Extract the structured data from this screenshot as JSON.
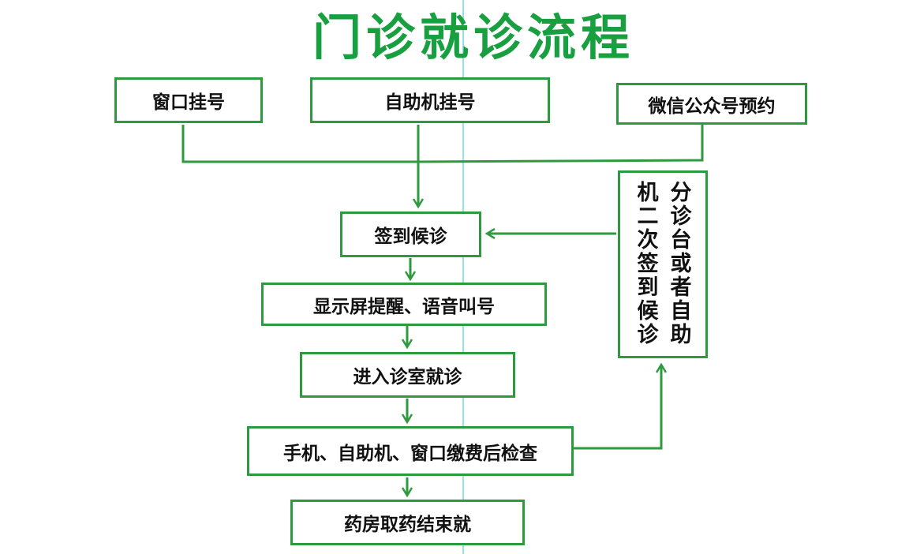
{
  "title": "门诊就诊流程",
  "colors": {
    "title": "#18a040",
    "line": "#2e9a3e",
    "guide": "#7ad6d6"
  },
  "nodes": {
    "window_register": "窗口挂号",
    "self_service_register": "自助机挂号",
    "wechat_booking": "微信公众号预约",
    "check_in": "签到候诊",
    "display_call": "显示屏提醒、语音叫号",
    "enter_room": "进入诊室就诊",
    "payment_exam": "手机、自助机、窗口缴费后检查",
    "pharmacy": "药房取药结束就",
    "second_check_in": {
      "col_left": "机二次签到候诊",
      "col_right": "分诊台或者自助"
    }
  }
}
